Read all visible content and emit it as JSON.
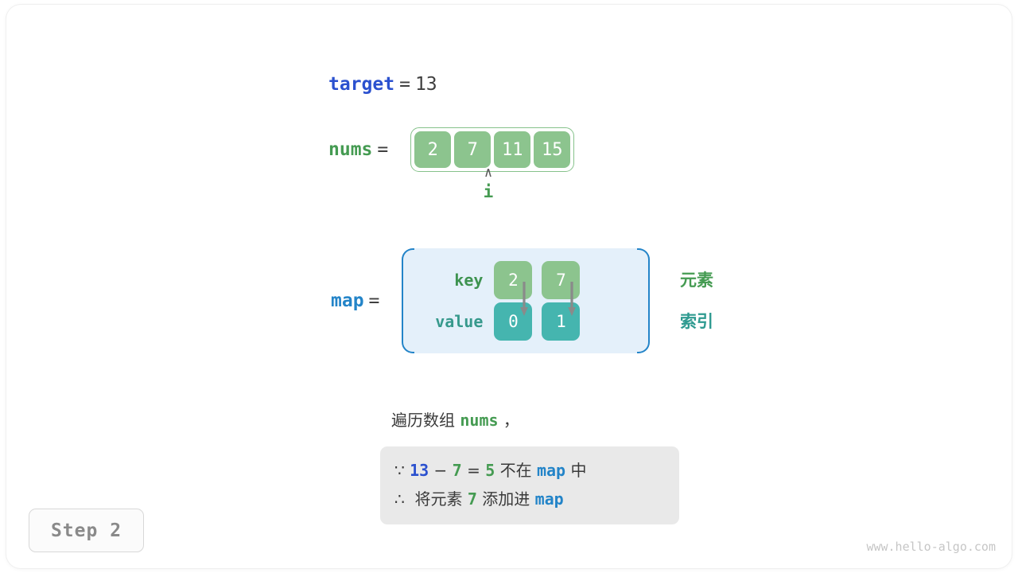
{
  "diagram": {
    "title_footer": "www.hello-algo.com",
    "step_badge": "Step 2",
    "target": {
      "var_label": "target",
      "equals": "=",
      "value": "13"
    },
    "nums": {
      "var_label": "nums",
      "equals": "=",
      "cells": [
        "2",
        "7",
        "11",
        "15"
      ],
      "pointer": {
        "caret": "∧",
        "label": "i",
        "index": 1
      }
    },
    "map": {
      "var_label": "map",
      "equals": "=",
      "row_labels": {
        "key": "key",
        "value": "value"
      },
      "entries": [
        {
          "key": "2",
          "value": "0"
        },
        {
          "key": "7",
          "value": "1"
        }
      ],
      "side_labels": {
        "key_meaning": "元素",
        "value_meaning": "索引"
      }
    },
    "caption": {
      "prefix": "遍历数组 ",
      "code": "nums",
      "suffix": " ，"
    },
    "note": {
      "line1": {
        "sym": "∵ ",
        "a": "13",
        "op": " − ",
        "b": "7",
        "eq": " = ",
        "c": "5",
        "mid": " 不在 ",
        "map": "map",
        "tail": " 中"
      },
      "line2": {
        "sym": "∴ ",
        "text1": " 将元素 ",
        "num": "7",
        "text2": " 添加进 ",
        "map": "map"
      }
    },
    "colors": {
      "target_blue": "#2b51cf",
      "map_blue": "#2384c8",
      "green": "#459b52",
      "teal": "#2e9a90",
      "cell_green": "#8cc48e",
      "cell_teal": "#45b5af",
      "map_bg": "#e4f0fa",
      "note_bg": "#e9e9e9"
    }
  }
}
